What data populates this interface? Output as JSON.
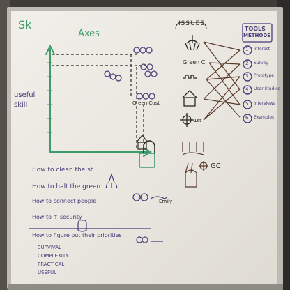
{
  "corner_mark": "Sk",
  "axes": {
    "title": "Axes",
    "y_label": [
      "useful",
      "skill"
    ],
    "point_labels": [
      "Green Cost"
    ]
  },
  "issues": {
    "header": "ISSUES",
    "items": [
      "Green C",
      "1st"
    ],
    "bottom_label": "GC"
  },
  "tools": {
    "header": [
      "TOOLS",
      "METHODS"
    ],
    "items": [
      {
        "num": "1",
        "label": "Interest"
      },
      {
        "num": "2",
        "label": "Survey"
      },
      {
        "num": "3",
        "label": "Prototype"
      },
      {
        "num": "4",
        "label": "User Studies"
      },
      {
        "num": "5",
        "label": "Interviews"
      },
      {
        "num": "6",
        "label": "Examples"
      }
    ]
  },
  "list": {
    "items": [
      "How to clean the st",
      "How to halt the green",
      "How to connect people",
      "How to ↑ security",
      "How to figure out their priorities"
    ],
    "annotations": [
      "Emily"
    ],
    "subitems": [
      "SURVIVAL",
      "COMPLEXITY",
      "PRACTICAL",
      "USEFUL"
    ]
  },
  "colors": {
    "green_marker": "#3f9a6a",
    "purple_marker": "#4a3b7a",
    "black_marker": "#2b2622",
    "brown_marker": "#5a3a2a"
  }
}
